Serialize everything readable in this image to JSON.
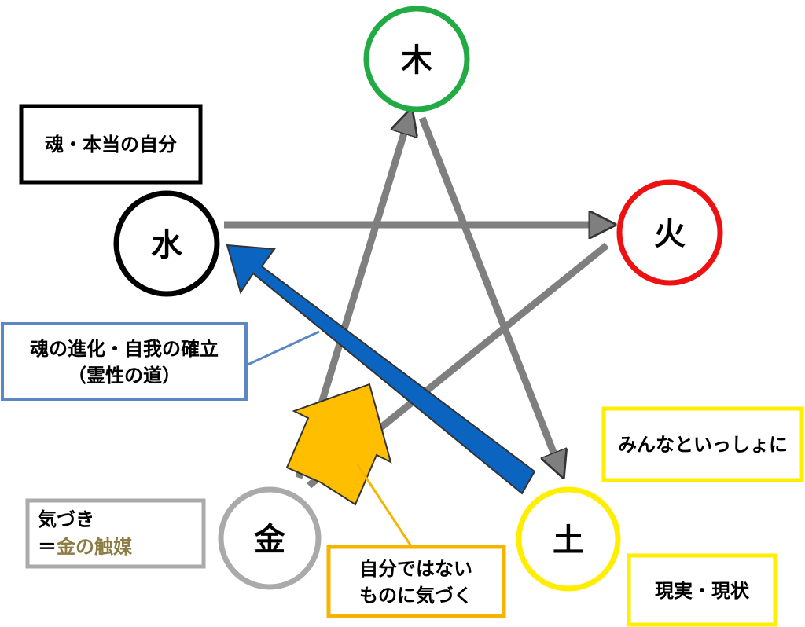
{
  "elements": {
    "wood": {
      "label": "木",
      "color": "#22aa44"
    },
    "fire": {
      "label": "火",
      "color": "#ee1111"
    },
    "earth": {
      "label": "土",
      "color": "#ffee00"
    },
    "metal": {
      "label": "金",
      "color": "#aaaaaa"
    },
    "water": {
      "label": "水",
      "color": "#000000"
    }
  },
  "boxes": {
    "water_note": {
      "lines": [
        "魂・本当の自分"
      ],
      "border": "#000000"
    },
    "evolution_note": {
      "lines": [
        "魂の進化・自我の確立",
        "（霊性の道）"
      ],
      "border": "#5b87c4"
    },
    "together_note": {
      "lines": [
        "みんなといっしょに"
      ],
      "border": "#ffee00"
    },
    "reality_note": {
      "lines": [
        "現実・現状"
      ],
      "border": "#ffee00"
    },
    "awareness_note": {
      "lines": [
        "気づき",
        "＝"
      ],
      "accent": "金の触媒",
      "accent_color": "#8c7d44",
      "border": "#aaaaaa"
    },
    "notself_note": {
      "lines": [
        "自分ではない",
        "ものに気づく"
      ],
      "border": "#f5b400"
    }
  },
  "colors": {
    "arrow_gray": "#7f7f7f",
    "arrow_blue": "#0a64c0",
    "arrow_gold": "#ffbf00",
    "box_bg": "#ffffff"
  }
}
